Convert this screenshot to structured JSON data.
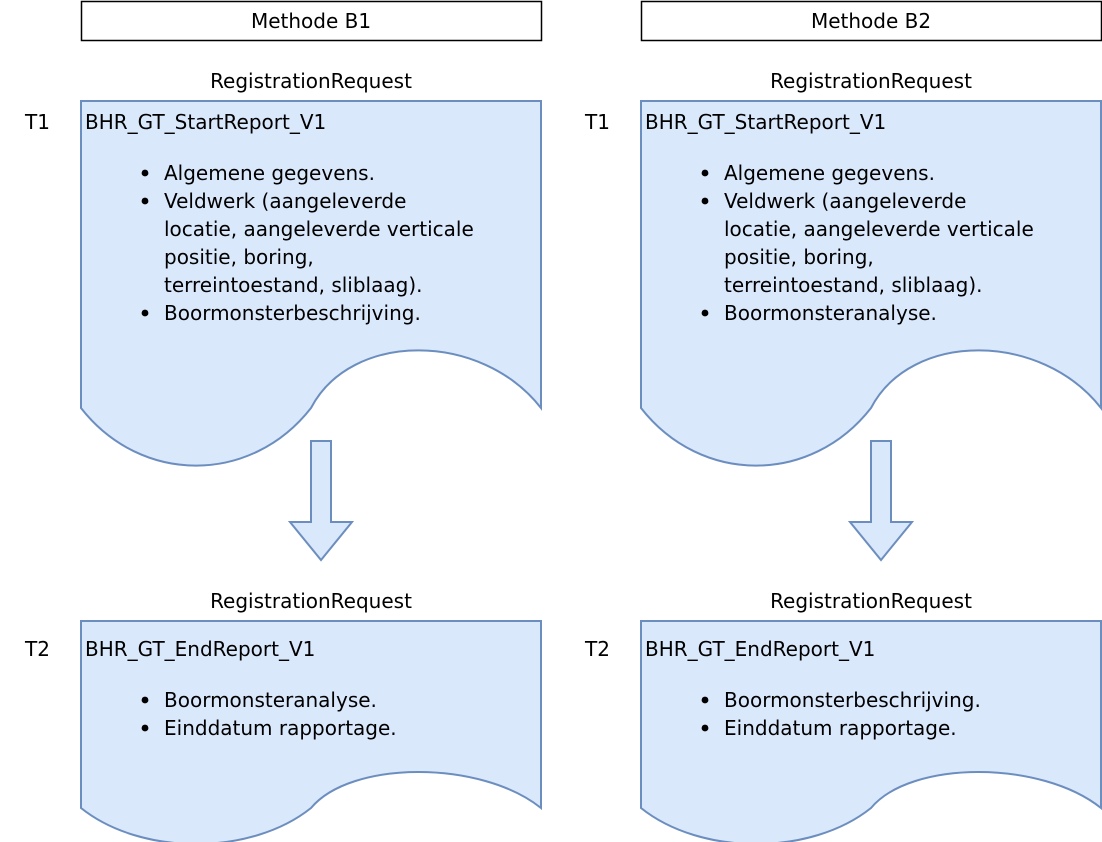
{
  "columns": [
    {
      "header": "Methode B1",
      "documents": [
        {
          "time_label": "T1",
          "type_label": "RegistrationRequest",
          "title": "BHR_GT_StartReport_V1",
          "bullets": [
            [
              "Algemene gegevens."
            ],
            [
              "Veldwerk (aangeleverde",
              "locatie, aangeleverde verticale",
              "positie, boring,",
              "terreintoestand, sliblaag)."
            ],
            [
              "Boormonsterbeschrijving."
            ]
          ]
        },
        {
          "time_label": "T2",
          "type_label": "RegistrationRequest",
          "title": "BHR_GT_EndReport_V1",
          "bullets": [
            [
              "Boormonsteranalyse."
            ],
            [
              "Einddatum rapportage."
            ]
          ]
        }
      ]
    },
    {
      "header": "Methode B2",
      "documents": [
        {
          "time_label": "T1",
          "type_label": "RegistrationRequest",
          "title": "BHR_GT_StartReport_V1",
          "bullets": [
            [
              "Algemene gegevens."
            ],
            [
              "Veldwerk (aangeleverde",
              "locatie, aangeleverde verticale",
              "positie, boring,",
              "terreintoestand, sliblaag)."
            ],
            [
              "Boormonsteranalyse."
            ]
          ]
        },
        {
          "time_label": "T2",
          "type_label": "RegistrationRequest",
          "title": "BHR_GT_EndReport_V1",
          "bullets": [
            [
              "Boormonsterbeschrijving."
            ],
            [
              "Einddatum rapportage."
            ]
          ]
        }
      ]
    }
  ],
  "colors": {
    "doc_fill": "#dae8fc",
    "doc_stroke": "#6c8ebf",
    "header_stroke": "#000000",
    "text": "#000000"
  }
}
